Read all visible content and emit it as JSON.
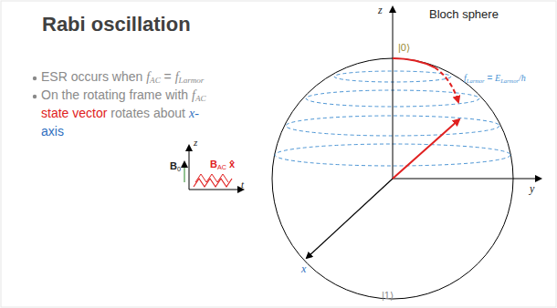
{
  "diagram": {
    "title": "Rabi oscillation",
    "labels": [
      "ESR occurs when",
      "f",
      "AC",
      "=",
      "f",
      "Larmor",
      "On the rotating frame with",
      "f",
      "AC",
      "state vector",
      "rotates about",
      "x-",
      "axis",
      "z",
      "B",
      "0",
      "B",
      "AC",
      "x̂",
      "t",
      "z",
      "Bloch sphere",
      "|0⟩",
      "f",
      "Larmor",
      "=",
      "E",
      "Larmor",
      "/h",
      "y",
      "x",
      "|1⟩"
    ]
  }
}
